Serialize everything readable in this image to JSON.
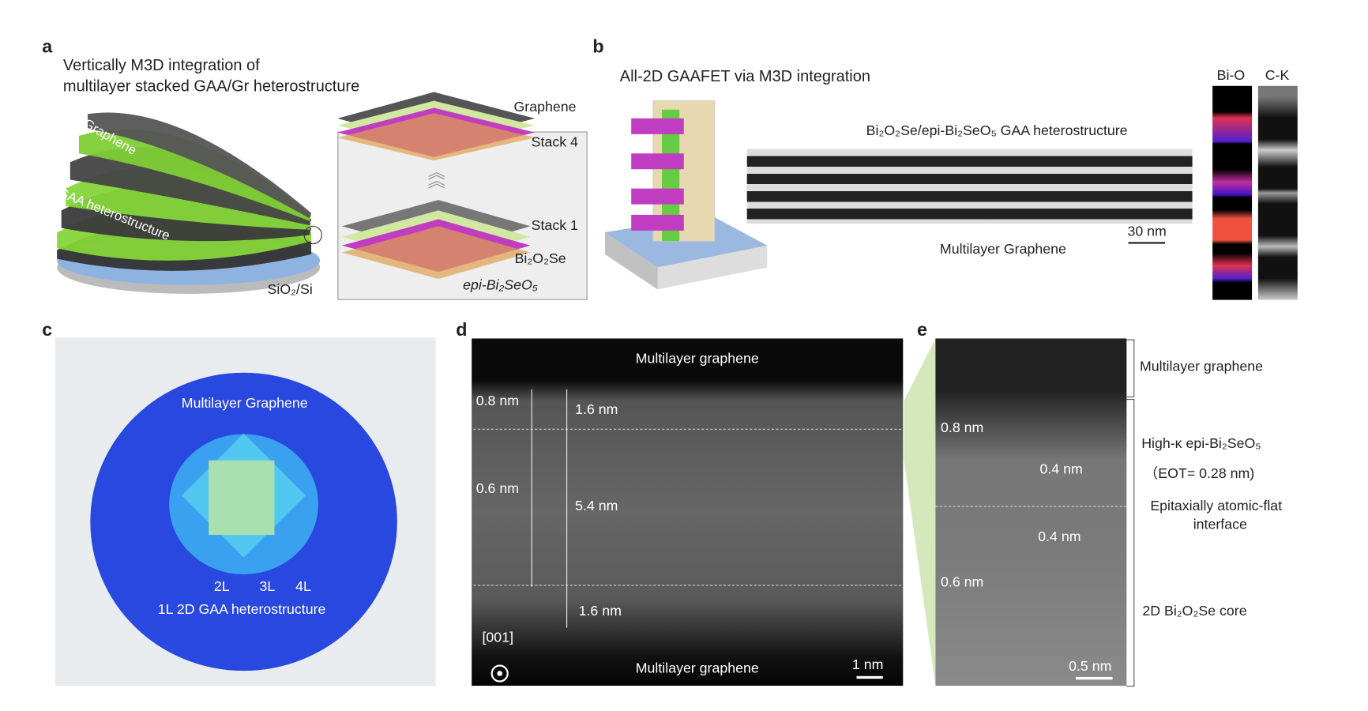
{
  "panel_a": {
    "letter": "a",
    "title_line1": "Vertically M3D integration of",
    "title_line2": "multilayer stacked GAA/Gr heterostructure",
    "wafer_graphene": "Graphene",
    "wafer_gaa": "GAA heterostructure",
    "substrate": "SiO₂/Si",
    "graphene": "Graphene",
    "stack4": "Stack 4",
    "stack1": "Stack 1",
    "bi2o2se": "Bi₂O₂Se",
    "epi": "epi-Bi₂SeO₅"
  },
  "panel_b": {
    "letter": "b",
    "title": "All-2D GAAFET via M3D integration",
    "heterostructure": "Bi₂O₂Se/epi-Bi₂SeO₅ GAA heterostructure",
    "graphene": "Multilayer Graphene",
    "scale": "30 nm",
    "map_bio": "Bi-O",
    "map_ck": "C-K"
  },
  "panel_c": {
    "letter": "c",
    "graphene": "Multilayer Graphene",
    "l2": "2L",
    "l3": "3L",
    "l4": "4L",
    "l1": "1L 2D GAA heterostructure"
  },
  "panel_d": {
    "letter": "d",
    "top": "Multilayer graphene",
    "bottom": "Multilayer graphene",
    "m08": "0.8 nm",
    "m06": "0.6 nm",
    "m16a": "1.6 nm",
    "m54": "5.4 nm",
    "m16b": "1.6 nm",
    "axis": "[001]",
    "scale": "1 nm"
  },
  "panel_e": {
    "letter": "e",
    "m08": "0.8 nm",
    "m04a": "0.4 nm",
    "m04b": "0.4 nm",
    "m06": "0.6 nm",
    "scale": "0.5 nm",
    "r_graphene": "Multilayer graphene",
    "r_highk": "High-κ epi-Bi₂SeO₅",
    "r_eot": "（EOT= 0.28 nm)",
    "r_interface1": "Epitaxially atomic-flat",
    "r_interface2": "interface",
    "r_core": "2D Bi₂O₂Se core"
  }
}
